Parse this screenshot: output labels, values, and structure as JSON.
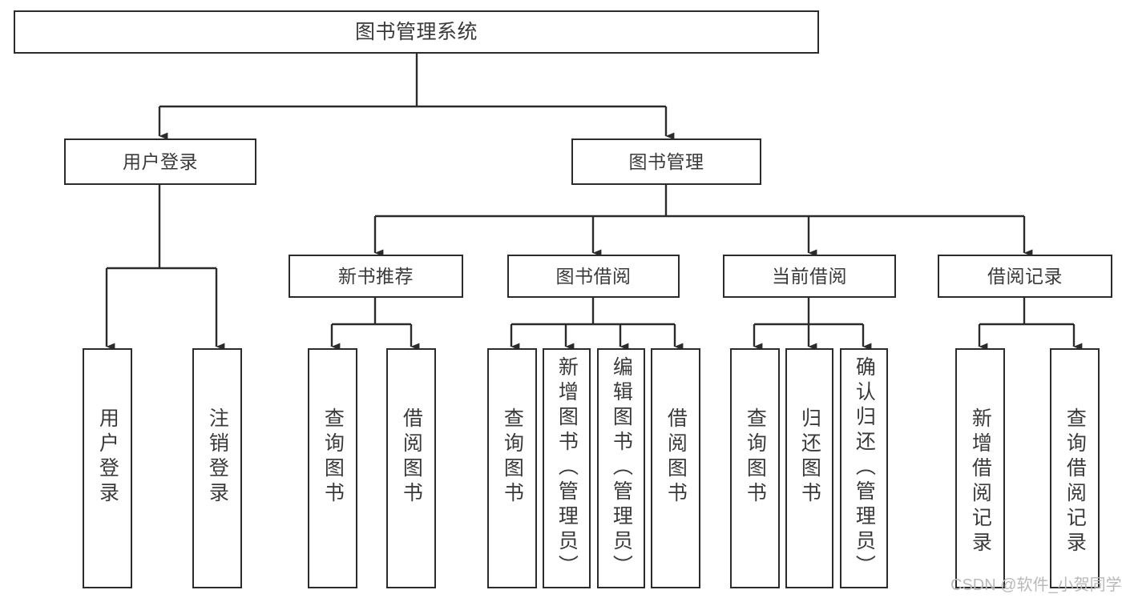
{
  "diagram": {
    "title": "图书管理系统",
    "type": "tree-hierarchy-chart",
    "orientation": "top-down",
    "colors": {
      "box_stroke": "#2b2b2b",
      "box_fill": "#ffffff",
      "text": "#3a3a3a",
      "edge": "#2b2b2b",
      "watermark": "#b9b9b9",
      "canvas": "#ffffff"
    },
    "root": {
      "label": "图书管理系统"
    },
    "branches": [
      {
        "label": "用户登录"
      },
      {
        "label": "图书管理"
      }
    ],
    "groups": [
      {
        "label": "新书推荐"
      },
      {
        "label": "图书借阅"
      },
      {
        "label": "当前借阅"
      },
      {
        "label": "借阅记录"
      }
    ],
    "leaves": {
      "user_login": [
        {
          "label": "用户登录"
        },
        {
          "label": "注销登录"
        }
      ],
      "new_book_recommend": [
        {
          "label": "查询图书"
        },
        {
          "label": "借阅图书"
        }
      ],
      "book_borrow": [
        {
          "label": "查询图书"
        },
        {
          "label": "新增图书（管理员）"
        },
        {
          "label": "编辑图书（管理员）"
        },
        {
          "label": "借阅图书"
        }
      ],
      "current_borrow": [
        {
          "label": "查询图书"
        },
        {
          "label": "归还图书"
        },
        {
          "label": "确认归还（管理员）"
        }
      ],
      "borrow_record": [
        {
          "label": "新增借阅记录"
        },
        {
          "label": "查询借阅记录"
        }
      ]
    },
    "watermark": "CSDN @软件_小贺同学"
  }
}
